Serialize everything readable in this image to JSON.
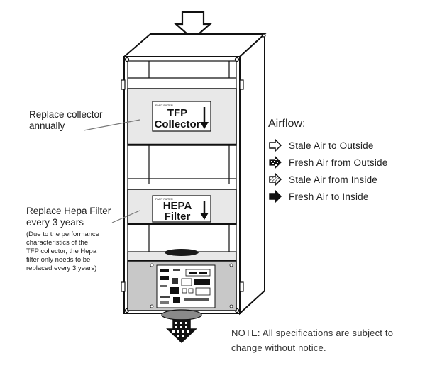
{
  "labels": {
    "collector_tag": "TFP Collector",
    "collector_tag_line1": "TFP",
    "collector_tag_line2": "Collector",
    "collector_tag_small": "PART FILTER",
    "hepa_tag_line1": "HEPA",
    "hepa_tag_line2": "Filter",
    "hepa_tag_small": "PART FILTER"
  },
  "annotations": {
    "collector_line1": "Replace collector",
    "collector_line2": "annually",
    "hepa_line1": "Replace Hepa Filter",
    "hepa_line2": "every 3 years",
    "hepa_note_line1": "(Due to the performance",
    "hepa_note_line2": "characteristics of the",
    "hepa_note_line3": "TFP collector, the Hepa",
    "hepa_note_line4": "filter only needs to be",
    "hepa_note_line5": "replaced every 3 years)"
  },
  "airflow": {
    "title": "Airflow:",
    "items": [
      {
        "icon": "outline-arrow-icon",
        "label": "Stale Air to Outside"
      },
      {
        "icon": "dotted-arrow-icon",
        "label": "Fresh Air from Outside"
      },
      {
        "icon": "hatched-arrow-icon",
        "label": "Stale Air from Inside"
      },
      {
        "icon": "solid-arrow-icon",
        "label": "Fresh Air to Inside"
      }
    ]
  },
  "footnote": {
    "line1": "NOTE: All specifications are subject to",
    "line2": "change  without notice."
  }
}
